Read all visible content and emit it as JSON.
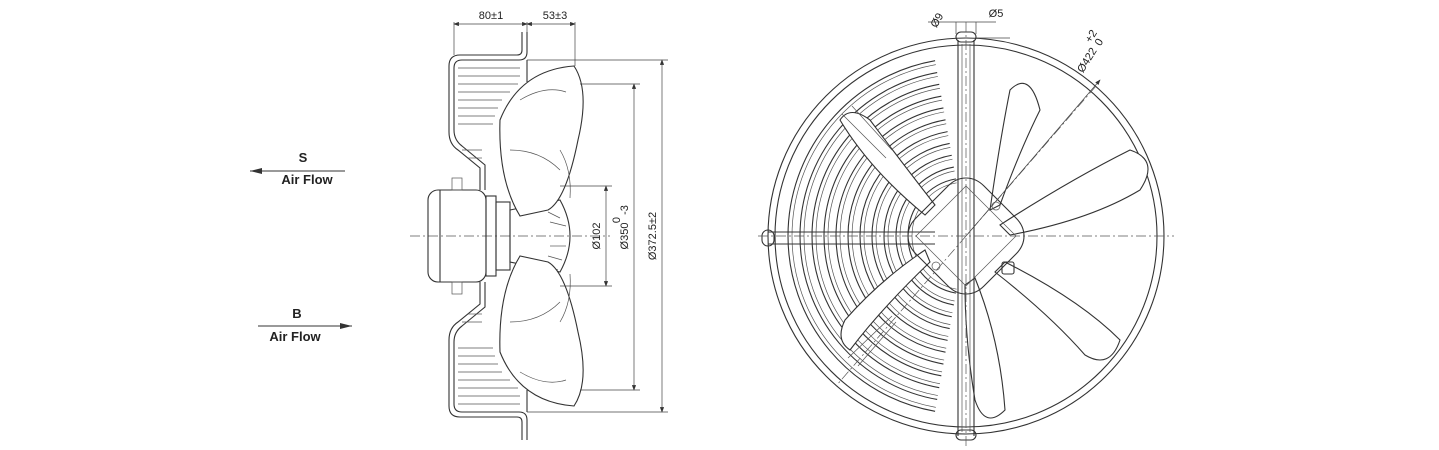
{
  "airflow": {
    "s_letter": "S",
    "s_text": "Air Flow",
    "b_letter": "B",
    "b_text": "Air Flow"
  },
  "side_view": {
    "dim_depth_total": "80±1",
    "dim_depth_front": "53±3",
    "dim_hub_dia": "Ø102",
    "dim_blade_dia": "Ø350",
    "dim_blade_dia_tol_upper": "0",
    "dim_blade_dia_tol_lower": "-3",
    "dim_housing_dia": "Ø372.5±2"
  },
  "front_view": {
    "dim_hole_dia": "Ø9",
    "dim_rod_dia": "Ø5",
    "dim_guard_dia": "Ø422",
    "dim_guard_tol_upper": "+2",
    "dim_guard_tol_lower": "0"
  }
}
